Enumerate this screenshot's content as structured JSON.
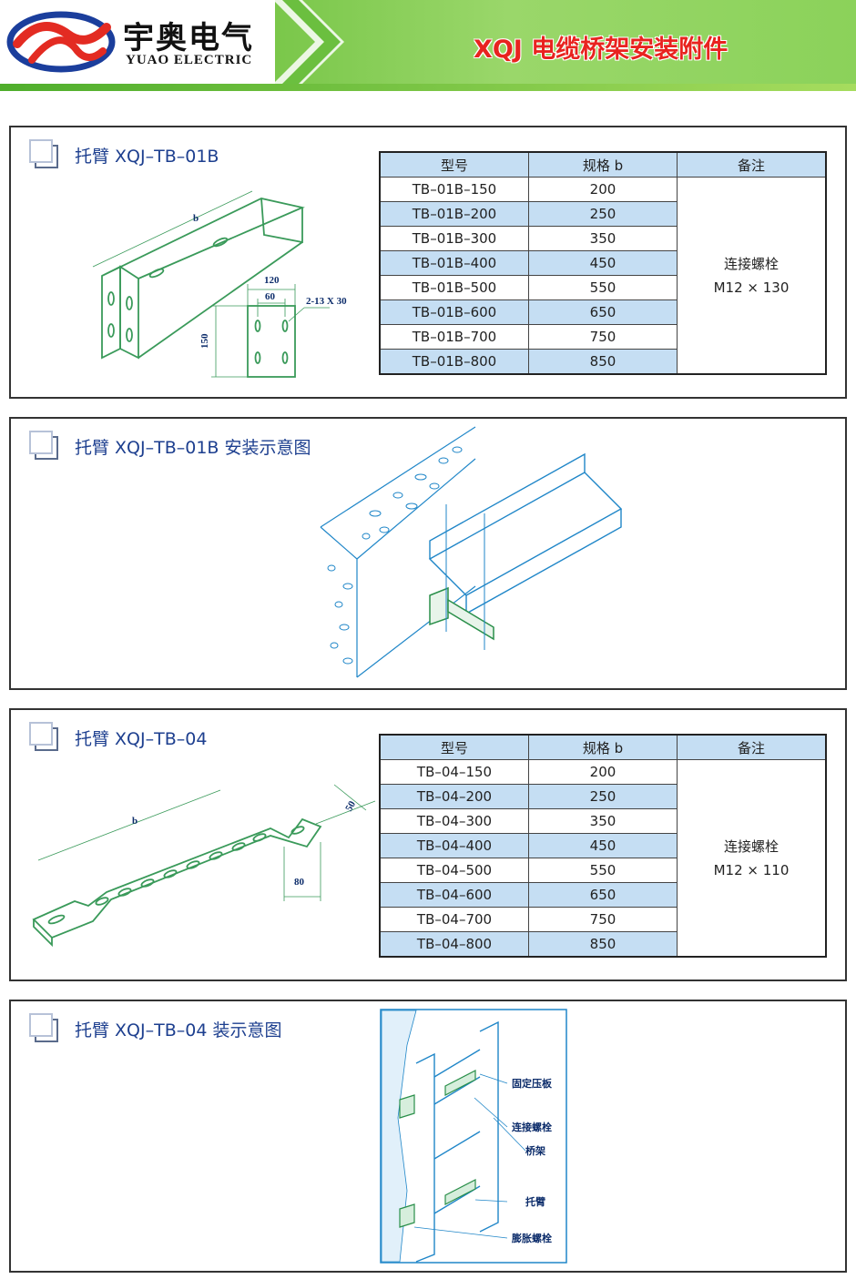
{
  "header": {
    "brand_cn": "宇奥电气",
    "brand_en": "YUAO ELECTRIC",
    "title": "XQJ 电缆桥架安装附件"
  },
  "sections": [
    {
      "title": "托臂 XQJ–TB–01B",
      "table": {
        "headers": [
          "型号",
          "规格 b",
          "备注"
        ],
        "rows": [
          [
            "TB–01B–150",
            "200"
          ],
          [
            "TB–01B–200",
            "250"
          ],
          [
            "TB–01B–300",
            "350"
          ],
          [
            "TB–01B–400",
            "450"
          ],
          [
            "TB–01B–500",
            "550"
          ],
          [
            "TB–01B–600",
            "650"
          ],
          [
            "TB–01B–700",
            "750"
          ],
          [
            "TB–01B–800",
            "850"
          ]
        ],
        "note_line1": "连接螺栓",
        "note_line2": "M12 × 130"
      },
      "drawing_labels": {
        "b": "b",
        "w120": "120",
        "w60": "60",
        "hole": "2-13 X 30",
        "h150": "150"
      }
    },
    {
      "title": "托臂 XQJ–TB–01B 安装示意图"
    },
    {
      "title": "托臂 XQJ–TB–04",
      "table": {
        "headers": [
          "型号",
          "规格 b",
          "备注"
        ],
        "rows": [
          [
            "TB–04–150",
            "200"
          ],
          [
            "TB–04–200",
            "250"
          ],
          [
            "TB–04–300",
            "350"
          ],
          [
            "TB–04–400",
            "450"
          ],
          [
            "TB–04–500",
            "550"
          ],
          [
            "TB–04–600",
            "650"
          ],
          [
            "TB–04–700",
            "750"
          ],
          [
            "TB–04–800",
            "850"
          ]
        ],
        "note_line1": "连接螺栓",
        "note_line2": "M12 × 110"
      },
      "drawing_labels": {
        "b": "b",
        "w50": "50",
        "w80": "80"
      }
    },
    {
      "title": "托臂 XQJ–TB–04 装示意图",
      "callouts": [
        "固定压板",
        "连接螺栓",
        "桥架",
        "托臂",
        "膨胀螺栓"
      ]
    }
  ],
  "colors": {
    "accent_red": "#e8231f",
    "header_green": "#8bd25a",
    "table_blue": "#c5def3",
    "drawing_green": "#3a9a5a"
  }
}
